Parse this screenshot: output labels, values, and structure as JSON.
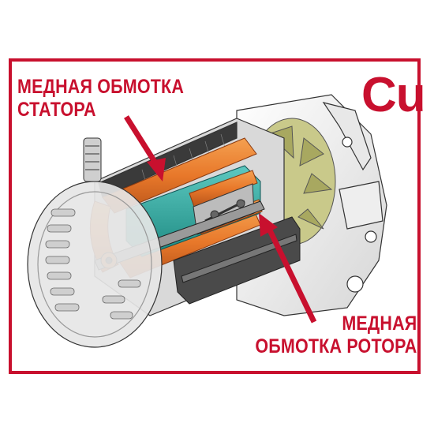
{
  "labels": {
    "stator": [
      "МЕДНАЯ ОБМОТКА",
      "СТАТОРА"
    ],
    "rotor": [
      "МЕДНАЯ",
      "ОБМОТКА РОТОРА"
    ],
    "element_symbol": "Cu"
  },
  "colors": {
    "frame": "#c8102e",
    "label": "#c8102e",
    "copper": "#e8782a",
    "copper_dark": "#b8541a",
    "rotor_core": "#2aa8a0",
    "fan": "#c9c98a",
    "housing": "#f2f2f2",
    "outline": "#333333"
  },
  "icons": [
    "alternator-cutaway-illustration",
    "pointer-arrow",
    "pointer-arrow"
  ]
}
